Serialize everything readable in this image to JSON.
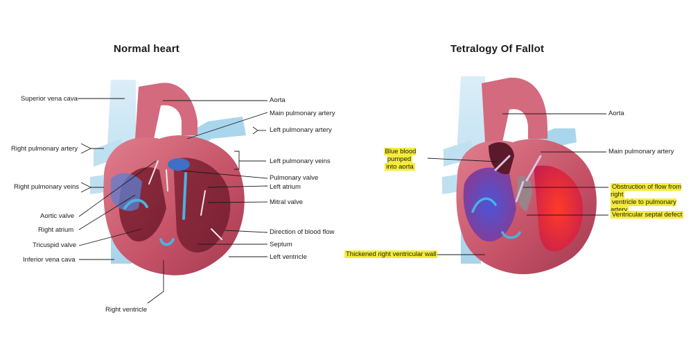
{
  "titles": {
    "left": "Normal heart",
    "right": "Tetralogy Of Fallot"
  },
  "normal": {
    "superior_vena_cava": "Superior vena cava",
    "right_pulmonary_artery": "Right pulmonary artery",
    "right_pulmonary_veins": "Right pulmonary veins",
    "aortic_valve": "Aortic valve",
    "right_atrium": "Right atrium",
    "tricuspid_valve": "Tricuspid valve",
    "inferior_vena_cava": "Inferior vena cava",
    "right_ventricle": "Right ventricle",
    "aorta": "Aorta",
    "main_pulmonary_artery": "Main pulmonary artery",
    "left_pulmonary_artery": "Left pulmonary artery",
    "left_pulmonary_veins": "Left pulmonary veins",
    "pulmonary_valve": "Pulmonary valve",
    "left_atrium": "Left atrium",
    "mitral_valve": "Mitral valve",
    "direction_of_blood_flow": "Direction of blood flow",
    "septum": "Septum",
    "left_ventricle": "Left ventricle"
  },
  "tof": {
    "aorta": "Aorta",
    "main_pulmonary_artery": "Main pulmonary artery",
    "blue_blood_line1": "Blue blood pumped",
    "blue_blood_line2": "into aorta",
    "obstruction_line1": "Obstruction of flow from right",
    "obstruction_line2": "ventricle to pulmonary artery",
    "vsd": "Ventricular septal defect",
    "thickened_wall": "Thickened right ventricular wall"
  },
  "colors": {
    "highlight": "#f5ec3a",
    "heart": "#c9566a",
    "vessel_blue": "#9fd0ea",
    "flow_arrow": "#4ab3e0"
  }
}
